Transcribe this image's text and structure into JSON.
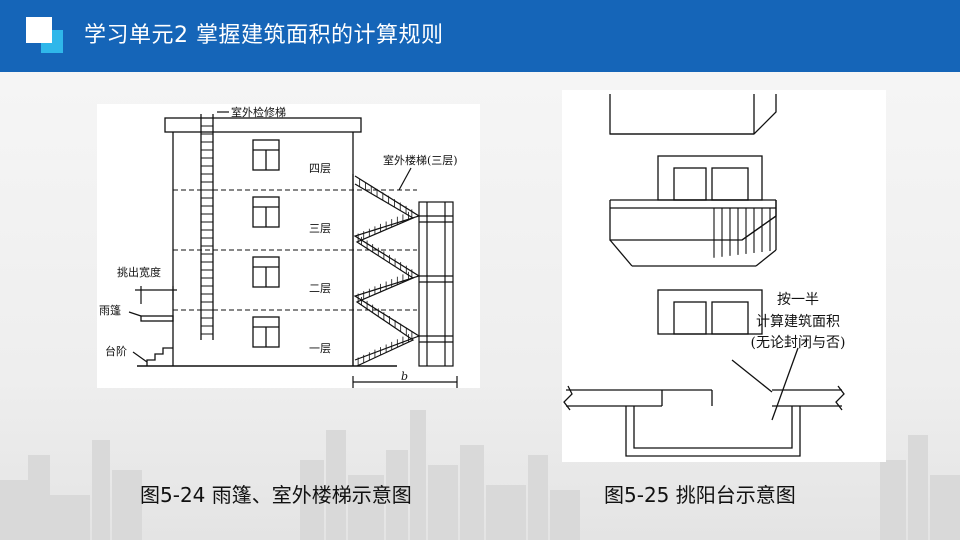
{
  "header": {
    "title": "学习单元2 掌握建筑面积的计算规则",
    "background_color": "#1565b8",
    "logo_icon": "stacked-squares-logo-icon"
  },
  "figure1": {
    "caption": "图5-24 雨篷、室外楼梯示意图",
    "labels": {
      "outdoor_ladder": "室外检修梯",
      "outdoor_stair": "室外楼梯(三层)",
      "floor4": "四层",
      "floor3": "三层",
      "floor2": "二层",
      "floor1": "一层",
      "projection_width": "挑出宽度",
      "canopy": "雨篷",
      "steps": "台阶",
      "dimension_b": "b"
    }
  },
  "figure2": {
    "caption": "图5-25 挑阳台示意图",
    "note_line1": "按一半",
    "note_line2": "计算建筑面积",
    "note_line3": "(无论封闭与否)"
  }
}
